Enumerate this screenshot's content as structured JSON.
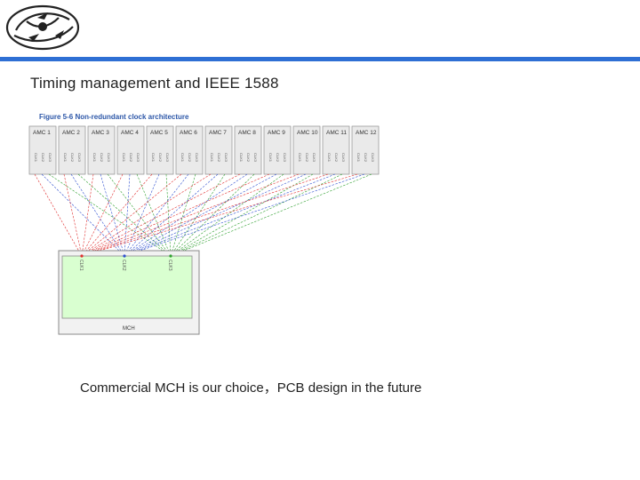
{
  "title": "Timing management and IEEE 1588",
  "caption": "Commercial MCH is our choice，PCB design in the future",
  "figure": {
    "title": "Figure 5-6 Non-redundant clock architecture",
    "amc_modules": [
      "AMC 1",
      "AMC 2",
      "AMC 3",
      "AMC 4",
      "AMC 5",
      "AMC 6",
      "AMC 7",
      "AMC 8",
      "AMC 9",
      "AMC 10",
      "AMC 11",
      "AMC 12"
    ],
    "clock_pins": [
      "CLK1",
      "CLK2",
      "CLK3"
    ],
    "mch_label": "MCH",
    "clock_sources": [
      "CLK1",
      "CLK2",
      "CLK3"
    ],
    "line_colors": [
      "#e03030",
      "#3050d0",
      "#30a030"
    ],
    "mch_fill": "#d9ffd0",
    "accent_color": "#2e6fd4"
  }
}
